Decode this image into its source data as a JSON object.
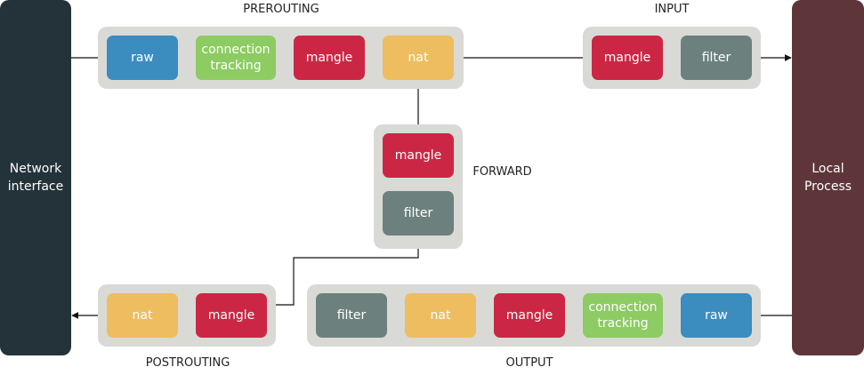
{
  "colors": {
    "raw": "#3b8cbf",
    "connection_tracking": "#8dcb63",
    "mangle": "#cb2744",
    "nat": "#edbd5f",
    "filter": "#6c817d",
    "network_interface": "#24333a",
    "local_process": "#5e363a",
    "group_background": "#d9dad6"
  },
  "sides": {
    "network_interface": "Network\ninterface",
    "local_process": "Local\nProcess"
  },
  "chains": {
    "prerouting": {
      "label": "PREROUTING",
      "nodes": [
        "raw",
        "connection\ntracking",
        "mangle",
        "nat"
      ]
    },
    "input": {
      "label": "INPUT",
      "nodes": [
        "mangle",
        "filter"
      ]
    },
    "forward": {
      "label": "FORWARD",
      "nodes": [
        "mangle",
        "filter"
      ]
    },
    "postrouting": {
      "label": "POSTROUTING",
      "nodes": [
        "nat",
        "mangle"
      ]
    },
    "output": {
      "label": "OUTPUT",
      "nodes": [
        "filter",
        "nat",
        "mangle",
        "connection\ntracking",
        "raw"
      ]
    }
  }
}
